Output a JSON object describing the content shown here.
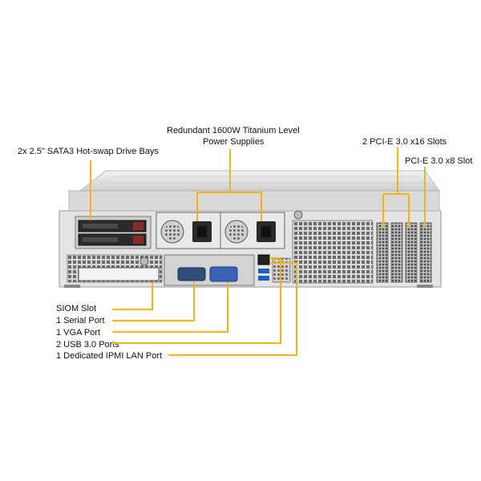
{
  "callouts": {
    "drive_bays": "2x 2.5\" SATA3 Hot-swap Drive Bays",
    "psu_line1": "Redundant 1600W Titanium Level",
    "psu_line2": "Power Supplies",
    "pcie_x16": "2 PCI-E 3.0 x16 Slots",
    "pcie_x8": "PCI-E 3.0 x8 Slot",
    "siom": "SIOM Slot",
    "serial": "1 Serial Port",
    "vga": "1 VGA Port",
    "usb": "2 USB 3.0 Ports",
    "ipmi": "1 Dedicated IPMI LAN Port"
  },
  "colors": {
    "callout_line": "#f2b417",
    "chassis": "#e3e3e3",
    "panel_dark": "#2a2a2a",
    "vga_port": "#3a63b8",
    "serial_port": "#2f4f7a"
  }
}
